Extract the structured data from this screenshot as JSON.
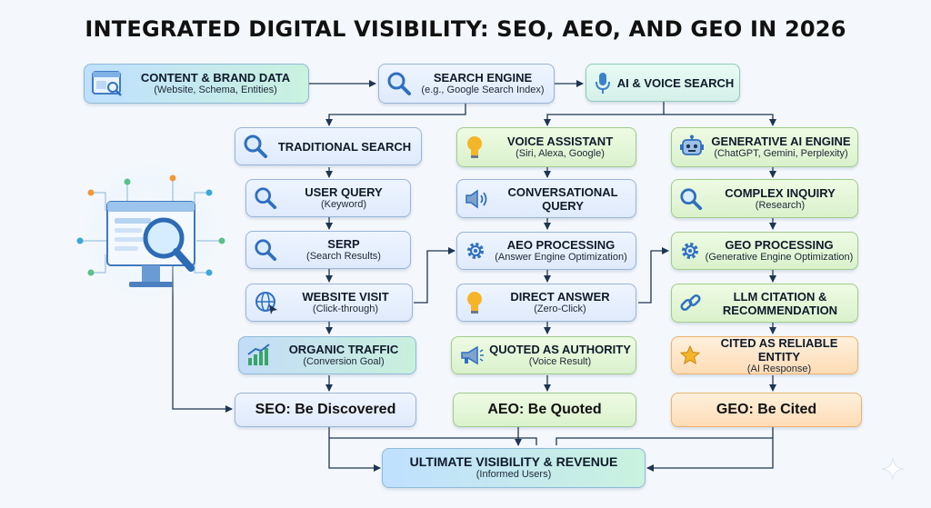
{
  "title": "INTEGRATED DIGITAL VISIBILITY: SEO, AEO, AND GEO IN 2026",
  "nodes": {
    "content_brand": {
      "title": "CONTENT & BRAND DATA",
      "subtitle": "(Website, Schema, Entities)"
    },
    "search_engine": {
      "title": "SEARCH ENGINE",
      "subtitle": "(e.g., Google Search Index)"
    },
    "ai_voice": {
      "title": "AI & VOICE SEARCH"
    },
    "traditional": {
      "title": "TRADITIONAL SEARCH"
    },
    "user_query": {
      "title": "USER QUERY",
      "subtitle": "(Keyword)"
    },
    "serp": {
      "title": "SERP",
      "subtitle": "(Search Results)"
    },
    "website_visit": {
      "title": "WEBSITE VISIT",
      "subtitle": "(Click-through)"
    },
    "organic": {
      "title": "ORGANIC TRAFFIC",
      "subtitle": "(Conversion Goal)"
    },
    "seo": {
      "title": "SEO: Be Discovered"
    },
    "voice_assistant": {
      "title": "VOICE ASSISTANT",
      "subtitle": "(Siri, Alexa, Google)"
    },
    "conversational": {
      "title": "CONVERSATIONAL",
      "title2": "QUERY"
    },
    "aeo_processing": {
      "title": "AEO PROCESSING",
      "subtitle": "(Answer Engine Optimization)"
    },
    "direct_answer": {
      "title": "DIRECT ANSWER",
      "subtitle": "(Zero-Click)"
    },
    "quoted": {
      "title": "QUOTED AS AUTHORITY",
      "subtitle": "(Voice Result)"
    },
    "aeo": {
      "title": "AEO: Be Quoted"
    },
    "gen_ai": {
      "title": "GENERATIVE AI ENGINE",
      "subtitle": "(ChatGPT, Gemini, Perplexity)"
    },
    "complex": {
      "title": "COMPLEX INQUIRY",
      "subtitle": "(Research)"
    },
    "geo_processing": {
      "title": "GEO PROCESSING",
      "subtitle": "(Generative Engine Optimization)"
    },
    "llm_citation": {
      "title": "LLM CITATION &",
      "title2": "RECOMMENDATION"
    },
    "cited_entity": {
      "title": "CITED AS RELIABLE ENTITY",
      "subtitle": "(AI Response)"
    },
    "geo": {
      "title": "GEO: Be Cited"
    },
    "ultimate": {
      "title": "ULTIMATE VISIBILITY & REVENUE",
      "subtitle": "(Informed Users)"
    }
  },
  "colors": {
    "line": "#1f3552",
    "icon_blue": "#2f6fc0",
    "icon_gold": "#e9a21f",
    "icon_grey": "#5a6f88"
  }
}
